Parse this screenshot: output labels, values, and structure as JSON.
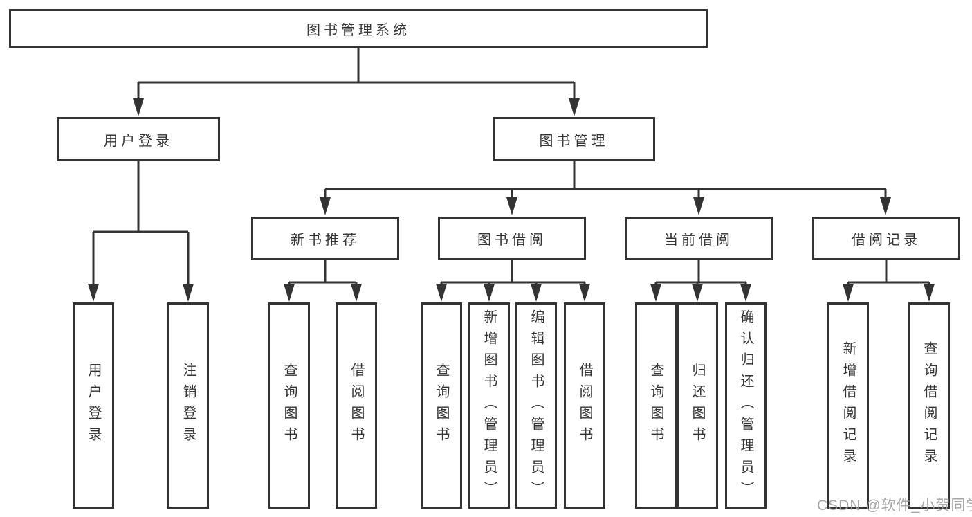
{
  "colors": {
    "line": "#333333",
    "box_border": "#333333",
    "text": "#333333",
    "watermark": "#a0a0a0",
    "background": "#ffffff"
  },
  "diagram": {
    "title": "图书管理系统",
    "level2": [
      {
        "label": "用户登录"
      },
      {
        "label": "图书管理"
      }
    ],
    "level3": [
      {
        "label": "新书推荐"
      },
      {
        "label": "图书借阅"
      },
      {
        "label": "当前借阅"
      },
      {
        "label": "借阅记录"
      }
    ],
    "leaves": [
      {
        "label": "用户登录"
      },
      {
        "label": "注销登录"
      },
      {
        "label": "查询图书"
      },
      {
        "label": "借阅图书"
      },
      {
        "label": "查询图书"
      },
      {
        "label": "新增图书（管理员）"
      },
      {
        "label": "编辑图书（管理员）"
      },
      {
        "label": "借阅图书"
      },
      {
        "label": "查询图书"
      },
      {
        "label": "归还图书"
      },
      {
        "label": "确认归还（管理员）"
      },
      {
        "label": "新增借阅记录"
      },
      {
        "label": "查询借阅记录"
      }
    ],
    "watermark": "CSDN @软件_小贺同学"
  }
}
